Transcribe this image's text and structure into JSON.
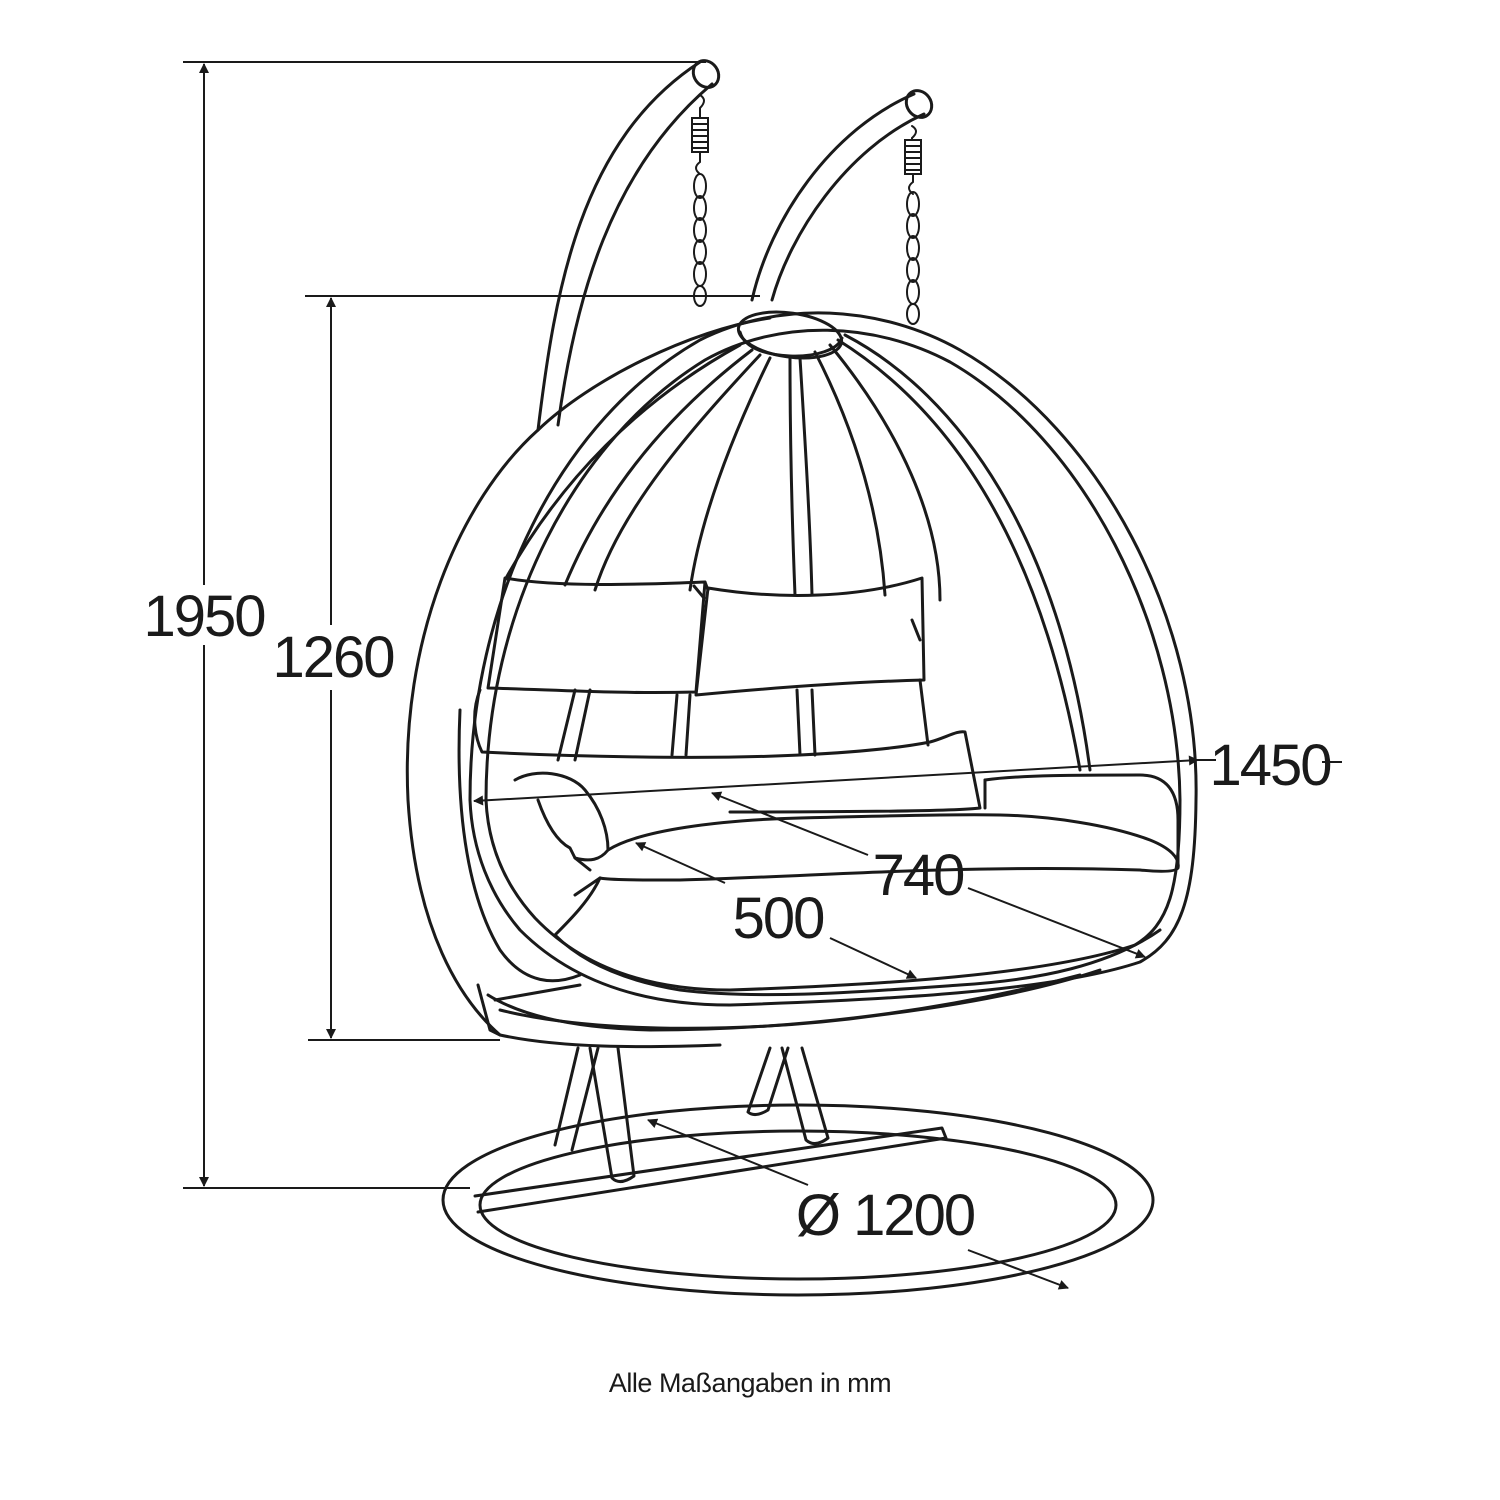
{
  "dimensions": {
    "total_height": "1950",
    "seat_height": "1260",
    "width": "1450",
    "seat_width": "740",
    "seat_depth": "500",
    "base_diameter": "Ø 1200"
  },
  "footnote": "Alle Maßangaben in mm",
  "colors": {
    "line": "#1a1a1a",
    "background": "#ffffff"
  }
}
